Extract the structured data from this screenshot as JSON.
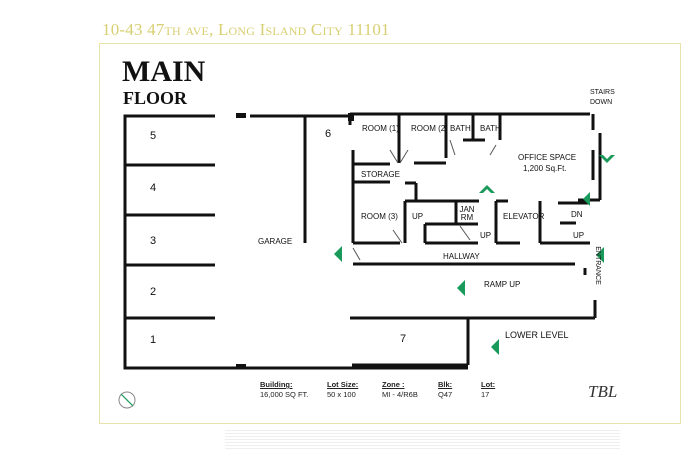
{
  "header": {
    "address": "10-43 47th ave, Long Island City 11101",
    "title_main": "MAIN",
    "title_floor": "FLOOR"
  },
  "rooms": {
    "garage_bays": [
      "5",
      "4",
      "3",
      "2",
      "1"
    ],
    "garage": "GARAGE",
    "bay_6": "6",
    "bay_7": "7",
    "room1": "ROOM (1)",
    "room2": "ROOM (2)",
    "bath1": "BATH",
    "bath2": "BATH",
    "storage": "STORAGE",
    "room3": "ROOM (3)",
    "up1": "UP",
    "jan_rm": "JAN RM",
    "up2": "UP",
    "elevator": "ELEVATOR",
    "dn": "DN",
    "up3": "UP",
    "office": "OFFICE SPACE",
    "office_area": "1,200 Sq.Ft.",
    "stairs_down": "STAIRS DOWN",
    "entrance": "ENTRANCE",
    "hallway": "HALLWAY",
    "ramp_up": "RAMP UP",
    "lower_level": "LOWER LEVEL"
  },
  "info": [
    {
      "label": "Building:",
      "value": "16,000 SQ FT."
    },
    {
      "label": "Lot Size:",
      "value": "50 x 100"
    },
    {
      "label": "Zone :",
      "value": "MI - 4/R6B"
    },
    {
      "label": "Blk:",
      "value": "Q47"
    },
    {
      "label": "Lot:",
      "value": "17"
    }
  ],
  "logo": "TBL",
  "colors": {
    "accent": "#1a9a5a",
    "address": "#d8cf72",
    "wall": "#111111"
  }
}
